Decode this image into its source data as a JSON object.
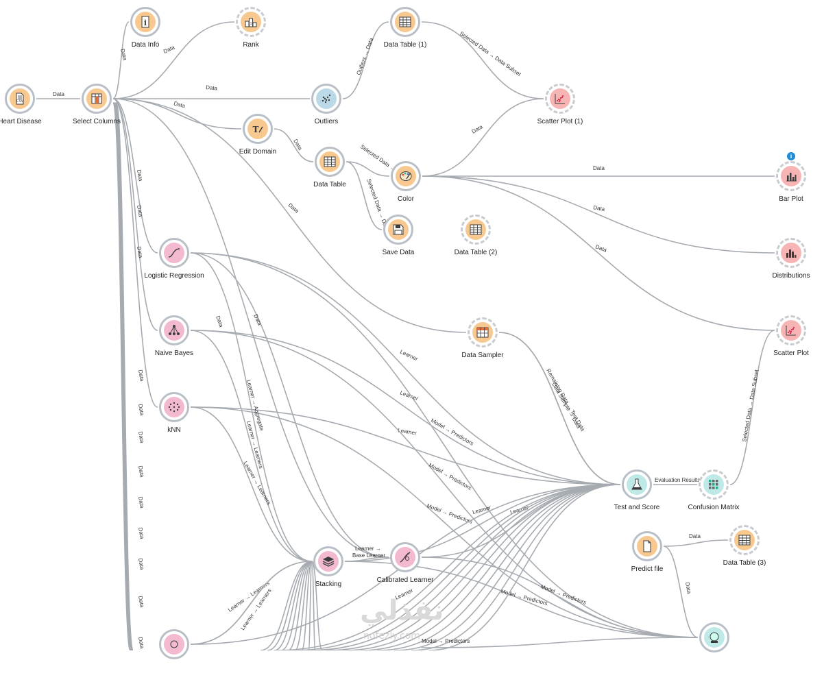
{
  "colors": {
    "data": "#f7c88f",
    "visualize": "#f7b4b4",
    "model": "#f3b9d0",
    "unsupervised": "#bcd9e8",
    "evaluate": "#bfe9e6",
    "link": "#a6abb1"
  },
  "nodes": {
    "heart_disease": {
      "label": "Heart Disease",
      "icon": "csv-file-icon"
    },
    "select_columns": {
      "label": "Select Columns",
      "icon": "select-columns-icon"
    },
    "data_info": {
      "label": "Data Info",
      "icon": "info-icon"
    },
    "rank": {
      "label": "Rank",
      "icon": "rank-icon"
    },
    "data_table_1": {
      "label": "Data Table (1)",
      "icon": "table-icon"
    },
    "outliers": {
      "label": "Outliers",
      "icon": "outliers-icon"
    },
    "edit_domain": {
      "label": "Edit Domain",
      "icon": "edit-domain-icon"
    },
    "data_table": {
      "label": "Data Table",
      "icon": "table-icon"
    },
    "color": {
      "label": "Color",
      "icon": "palette-icon"
    },
    "scatter_plot_1": {
      "label": "Scatter Plot (1)",
      "icon": "scatter-icon"
    },
    "bar_plot": {
      "label": "Bar Plot",
      "icon": "bar-chart-icon"
    },
    "save_data": {
      "label": "Save Data",
      "icon": "save-icon"
    },
    "data_table_2": {
      "label": "Data Table (2)",
      "icon": "table-icon"
    },
    "distributions": {
      "label": "Distributions",
      "icon": "distribution-icon"
    },
    "logistic_regression": {
      "label": "Logistic Regression",
      "icon": "logistic-curve-icon"
    },
    "naive_bayes": {
      "label": "Naive Bayes",
      "icon": "naive-bayes-icon"
    },
    "data_sampler": {
      "label": "Data Sampler",
      "icon": "sampler-icon"
    },
    "scatter_plot": {
      "label": "Scatter Plot",
      "icon": "scatter-icon"
    },
    "knn": {
      "label": "kNN",
      "icon": "knn-icon"
    },
    "test_and_score": {
      "label": "Test and Score",
      "icon": "flask-icon"
    },
    "confusion_matrix": {
      "label": "Confusion Matrix",
      "icon": "confusion-matrix-icon"
    },
    "predict_file": {
      "label": "Predict file",
      "icon": "file-icon"
    },
    "data_table_3": {
      "label": "Data Table (3)",
      "icon": "table-icon"
    },
    "stacking": {
      "label": "Stacking",
      "icon": "stack-icon"
    },
    "calibrated_learner": {
      "label": "Calibrated Learner",
      "icon": "calibrated-icon"
    },
    "predictions": {
      "label": "",
      "icon": "crystal-ball-icon"
    },
    "bottom_model": {
      "label": "",
      "icon": "model-icon"
    }
  },
  "link_labels": {
    "data": "Data",
    "outliers_data": "Outliers → Data",
    "selected_data_subset": "Selected Data → Data Subset",
    "selected_data_data": "Selected Data → Data",
    "learner": "Learner",
    "model_predictors": "Model → Predictors",
    "remaining_test": "Remaining Data → Test Data",
    "data_sample": "Data Sample → Data",
    "evaluation_results": "Evaluation Results",
    "learner_aggregate": "Learner → Aggregate",
    "learner_learners": "Learner → Learners",
    "learner_base": "Learner →",
    "base_learner": "Base Learner"
  },
  "info_badge": "i",
  "watermark": {
    "arabic": "نفذلي",
    "latin": "nofezly.com"
  }
}
